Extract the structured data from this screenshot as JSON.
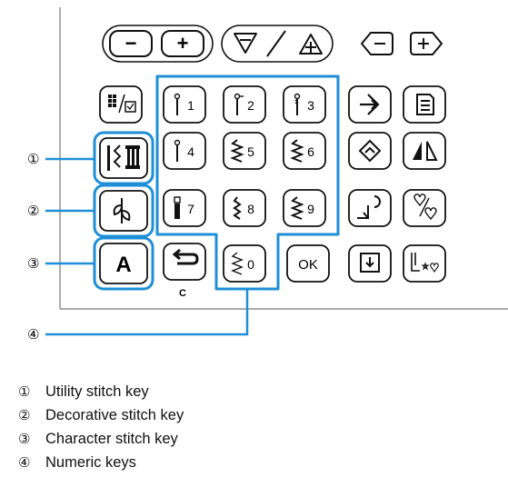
{
  "panel": {
    "numeric_keys": [
      {
        "glyph": "stitch-1-icon",
        "digit": "1"
      },
      {
        "glyph": "stitch-2-icon",
        "digit": "2"
      },
      {
        "glyph": "stitch-3-icon",
        "digit": "3"
      },
      {
        "glyph": "stitch-4-icon",
        "digit": "4"
      },
      {
        "glyph": "stitch-5-icon",
        "digit": "5"
      },
      {
        "glyph": "stitch-6-icon",
        "digit": "6"
      },
      {
        "glyph": "stitch-7-icon",
        "digit": "7"
      },
      {
        "glyph": "stitch-8-icon",
        "digit": "8"
      },
      {
        "glyph": "stitch-9-icon",
        "digit": "9"
      },
      {
        "glyph": "stitch-0-icon",
        "digit": "0"
      }
    ],
    "minus_label": "−",
    "plus_label": "+",
    "character_key_label": "A",
    "clear_key_caption": "C",
    "ok_label": "OK",
    "highlight_color": "#1e8fd6"
  },
  "callouts": [
    {
      "marker": "①",
      "text": "Utility stitch key"
    },
    {
      "marker": "②",
      "text": "Decorative stitch key"
    },
    {
      "marker": "③",
      "text": "Character stitch key"
    },
    {
      "marker": "④",
      "text": "Numeric keys"
    }
  ]
}
